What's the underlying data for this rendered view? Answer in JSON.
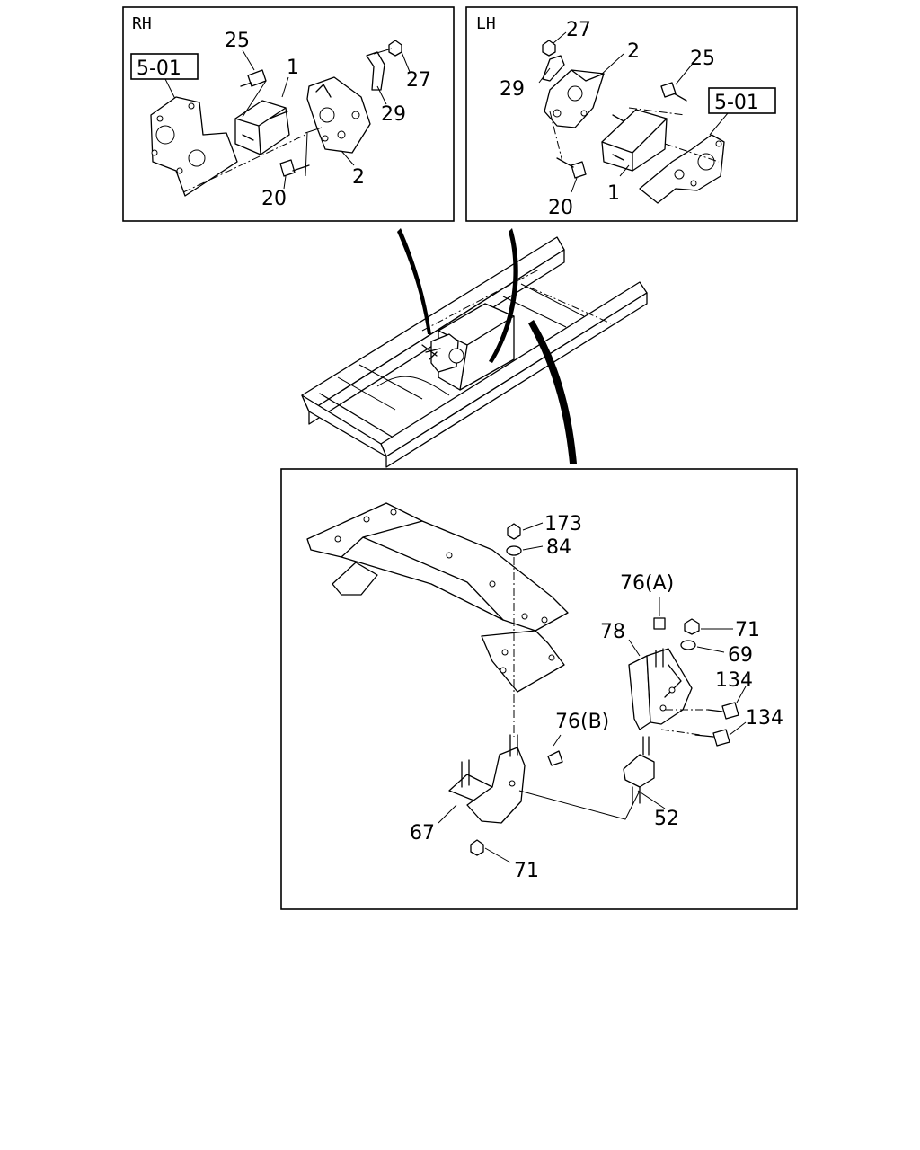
{
  "panels": {
    "rh": {
      "side_label": "RH",
      "ref_label": "5-01",
      "callouts": {
        "c25": "25",
        "c1": "1",
        "c27": "27",
        "c29": "29",
        "c20": "20",
        "c2": "2"
      }
    },
    "lh": {
      "side_label": "LH",
      "ref_label": "5-01",
      "callouts": {
        "c27": "27",
        "c2": "2",
        "c29": "29",
        "c25": "25",
        "c20": "20",
        "c1": "1"
      }
    },
    "crossmember": {
      "callouts": {
        "c173": "173",
        "c84": "84",
        "c76a": "76(A)",
        "c78": "78",
        "c71top": "71",
        "c69": "69",
        "c134a": "134",
        "c134b": "134",
        "c76b": "76(B)",
        "c67": "67",
        "c52": "52",
        "c71bot": "71"
      }
    }
  }
}
